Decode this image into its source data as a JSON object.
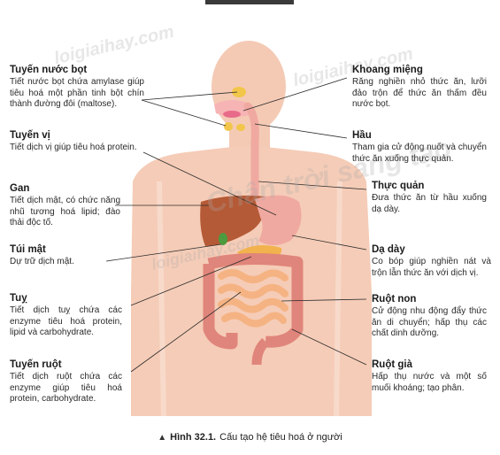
{
  "watermarks": {
    "site": "loigiaihay.com",
    "book": "Chân trời sáng tạo"
  },
  "labels": {
    "tuyen_nuoc_bot": {
      "title": "Tuyến nước bọt",
      "desc": "Tiết nước bọt chứa amylase giúp tiêu hoá một phần tinh bột chín thành đường đôi (maltose)."
    },
    "tuyen_vi": {
      "title": "Tuyến vị",
      "desc": "Tiết dịch vị giúp tiêu hoá protein."
    },
    "gan": {
      "title": "Gan",
      "desc": "Tiết dịch mật, có chức năng nhũ tương hoá lipid; đào thải độc tố."
    },
    "tui_mat": {
      "title": "Túi mật",
      "desc": "Dự trữ dịch mật."
    },
    "tuy": {
      "title": "Tuỵ",
      "desc": "Tiết dịch tuỵ chứa các enzyme tiêu hoá protein, lipid và carbohydrate."
    },
    "tuyen_ruot": {
      "title": "Tuyến ruột",
      "desc": "Tiết dịch ruột chứa các enzyme giúp tiêu hoá protein, carbohydrate."
    },
    "khoang_mieng": {
      "title": "Khoang miệng",
      "desc": "Răng nghiền nhỏ thức ăn, lưỡi đảo trộn để thức ăn thấm đều nước bọt."
    },
    "hau": {
      "title": "Hầu",
      "desc": "Tham gia cử động nuốt và chuyển thức ăn xuống thực quản."
    },
    "thuc_quan": {
      "title": "Thực quản",
      "desc": "Đưa thức ăn từ hầu xuống dạ dày."
    },
    "da_day": {
      "title": "Dạ dày",
      "desc": "Co bóp giúp nghiền nát và trộn lẫn thức ăn với dịch vị."
    },
    "ruot_non": {
      "title": "Ruột non",
      "desc": "Cử động nhu động đẩy thức ăn di chuyển; hấp thụ các chất dinh dưỡng."
    },
    "ruot_gia": {
      "title": "Ruột già",
      "desc": "Hấp thụ nước và một số muối khoáng; tạo phân."
    }
  },
  "caption": {
    "number": "Hình 32.1.",
    "text": "Cấu tạo hệ tiêu hoá ở người"
  },
  "colors": {
    "body": "#f3c3ab",
    "body_light": "#f8d9c8",
    "liver": "#b55a36",
    "stomach": "#f0a9a0",
    "intestine_small": "#f5b383",
    "intestine_large": "#e0857b",
    "gallbladder": "#4c9b3f",
    "pancreas": "#f2b24d",
    "salivary": "#f2c64a",
    "tongue": "#e86b8a",
    "line": "#2b2b2b"
  }
}
